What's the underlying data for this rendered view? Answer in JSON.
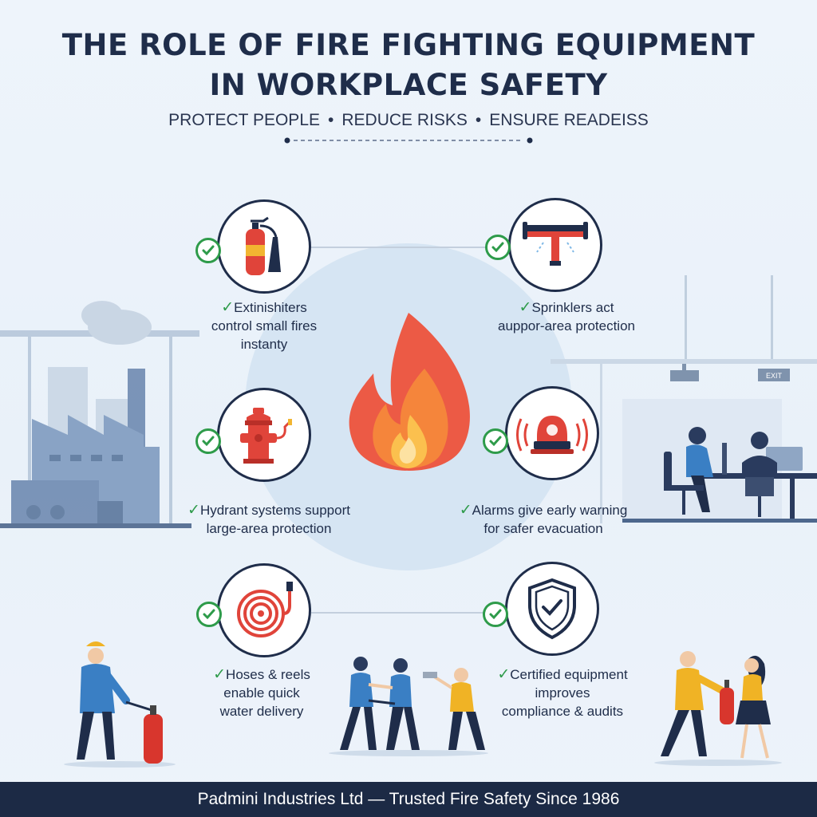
{
  "header": {
    "title_line1": "THE ROLE OF FIRE FIGHTING EQUIPMENT",
    "title_line2": "IN WORKPLACE SAFETY",
    "tagline_1": "PROTECT PEOPLE",
    "tagline_2": "REDUCE RISKS",
    "tagline_3": "ENSURE READEISS",
    "separator": "•"
  },
  "features": [
    {
      "icon": "fire-extinguisher-icon",
      "line1": "Extinishiters",
      "line2": "control small fires",
      "line3": "instanty"
    },
    {
      "icon": "sprinkler-icon",
      "line1": "Sprinklers act",
      "line2": "auppor-area protection"
    },
    {
      "icon": "fire-hydrant-icon",
      "line1": "Hydrant systems support",
      "line2": "large-area protection"
    },
    {
      "icon": "alarm-icon",
      "line1": "Alarms give early warning",
      "line2": "for safer evacuation"
    },
    {
      "icon": "hose-reel-icon",
      "line1": "Hoses & reels",
      "line2": "enable quick",
      "line3": "water delivery"
    },
    {
      "icon": "shield-check-icon",
      "line1": "Certified equipment",
      "line2": "improves",
      "line3": "compliance & audits"
    }
  ],
  "scene": {
    "exit_sign": "EXIT"
  },
  "footer": {
    "text": "Padmini Industries Ltd — Trusted Fire Safety Since 1986"
  },
  "colors": {
    "navy": "#1f2d4a",
    "check_green": "#2e9b4a",
    "fire_red": "#e0443a",
    "background": "#eef4fb"
  }
}
